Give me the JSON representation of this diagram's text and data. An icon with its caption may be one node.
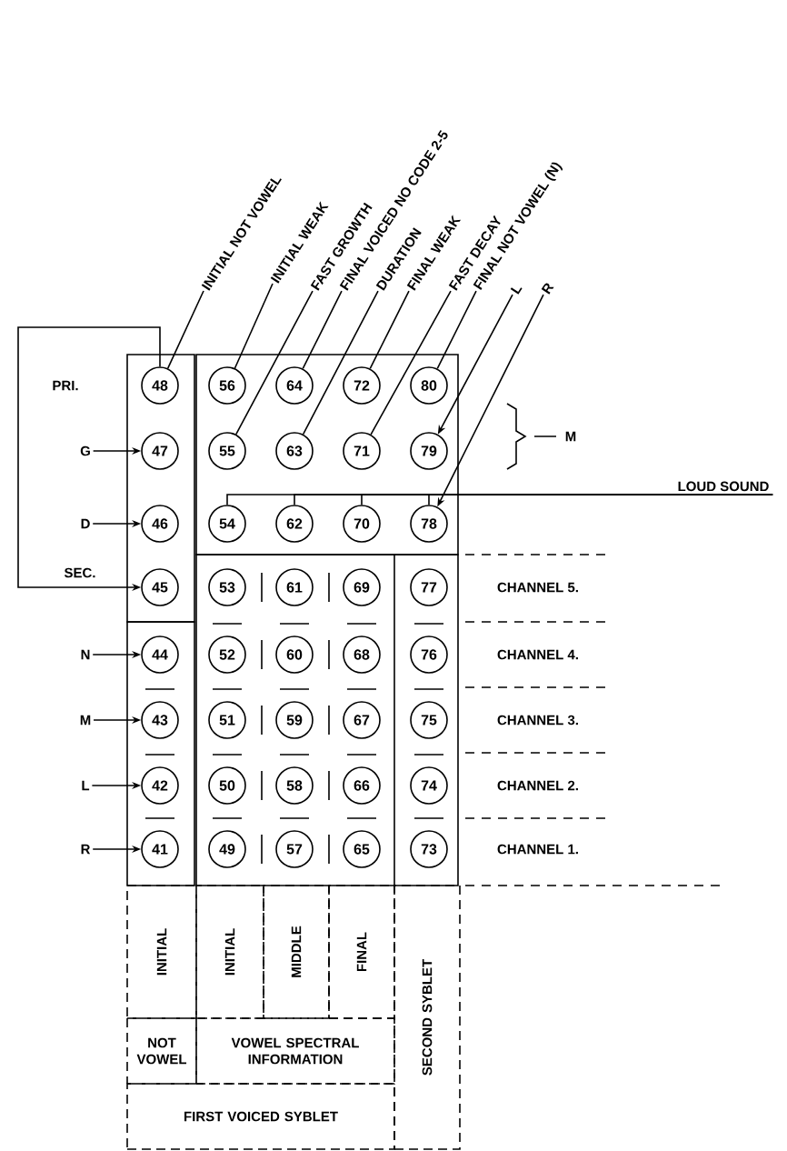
{
  "diagram": {
    "nodes": [
      {
        "text": [
          "INITIAL NOT VOWEL"
        ]
      },
      {
        "text": [
          "INITIAL WEAK"
        ]
      },
      {
        "text": [
          "FAST GROWTH"
        ]
      },
      {
        "text": [
          "FINAL VOICED NO CODE 2-5"
        ]
      },
      {
        "text": [
          "DURATION"
        ]
      },
      {
        "text": [
          "FINAL WEAK"
        ]
      },
      {
        "text": [
          "FAST DECAY"
        ]
      },
      {
        "text": [
          "FINAL NOT VOWEL (N)"
        ]
      },
      {
        "text": [
          "L"
        ]
      },
      {
        "text": [
          "R"
        ]
      },
      {
        "text": [
          "48"
        ]
      },
      {
        "text": [
          "56"
        ]
      },
      {
        "text": [
          "64"
        ]
      },
      {
        "text": [
          "72"
        ]
      },
      {
        "text": [
          "80"
        ]
      },
      {
        "text": [
          "G"
        ]
      },
      {
        "text": [
          "47"
        ]
      },
      {
        "text": [
          "55"
        ]
      },
      {
        "text": [
          "63"
        ]
      },
      {
        "text": [
          "71"
        ]
      },
      {
        "text": [
          "79"
        ]
      },
      {
        "text": [
          "D"
        ]
      },
      {
        "text": [
          "46"
        ]
      },
      {
        "text": [
          "54"
        ]
      },
      {
        "text": [
          "62"
        ]
      },
      {
        "text": [
          "70"
        ]
      },
      {
        "text": [
          "78"
        ]
      },
      {
        "text": [
          "LOUD SOUND"
        ]
      },
      {
        "text": [
          "45"
        ]
      },
      {
        "text": [
          "53"
        ]
      },
      {
        "text": [
          "61"
        ]
      },
      {
        "text": [
          "69"
        ]
      },
      {
        "text": [
          "77"
        ]
      },
      {
        "text": [
          "N"
        ]
      },
      {
        "text": [
          "44"
        ]
      },
      {
        "text": [
          "52"
        ]
      },
      {
        "text": [
          "60"
        ]
      },
      {
        "text": [
          "68"
        ]
      },
      {
        "text": [
          "76"
        ]
      },
      {
        "text": [
          "M"
        ]
      },
      {
        "text": [
          "43"
        ]
      },
      {
        "text": [
          "51"
        ]
      },
      {
        "text": [
          "59"
        ]
      },
      {
        "text": [
          "67"
        ]
      },
      {
        "text": [
          "75"
        ]
      },
      {
        "text": [
          "L"
        ]
      },
      {
        "text": [
          "42"
        ]
      },
      {
        "text": [
          "50"
        ]
      },
      {
        "text": [
          "58"
        ]
      },
      {
        "text": [
          "66"
        ]
      },
      {
        "text": [
          "74"
        ]
      },
      {
        "text": [
          "R"
        ]
      },
      {
        "text": [
          "41"
        ]
      },
      {
        "text": [
          "49"
        ]
      },
      {
        "text": [
          "57"
        ]
      },
      {
        "text": [
          "65"
        ]
      },
      {
        "text": [
          "73"
        ]
      },
      {
        "text": [
          "INITIAL"
        ]
      },
      {
        "text": [
          "INITIAL"
        ]
      },
      {
        "text": [
          "MIDDLE"
        ]
      },
      {
        "text": [
          "FINAL"
        ]
      },
      {
        "text": [
          "SECOND SYBLET"
        ]
      },
      {
        "text": [
          "NOT VOWEL"
        ]
      },
      {
        "text": [
          "VOWEL SPECTRAL INFORMATION"
        ]
      },
      {
        "text": [
          "FIRST VOICED SYBLET"
        ]
      }
    ],
    "edges": [
      {
        "from": 0,
        "to": 10,
        "arrow": "none"
      },
      {
        "from": 1,
        "to": 11,
        "arrow": "none"
      },
      {
        "from": 2,
        "to": 17,
        "arrow": "none"
      },
      {
        "from": 3,
        "to": 12,
        "arrow": "none"
      },
      {
        "from": 4,
        "to": 18,
        "arrow": "none"
      },
      {
        "from": 5,
        "to": 13,
        "arrow": "none"
      },
      {
        "from": 6,
        "to": 19,
        "arrow": "none"
      },
      {
        "from": 7,
        "to": 14,
        "arrow": "none"
      },
      {
        "from": 8,
        "to": 20,
        "arrow": "to"
      },
      {
        "from": 9,
        "to": 26,
        "arrow": "to"
      },
      {
        "from": 10,
        "to": 28,
        "arrow": "to"
      },
      {
        "from": 15,
        "to": 16,
        "arrow": "to"
      },
      {
        "from": 21,
        "to": 22,
        "arrow": "to"
      },
      {
        "from": 27,
        "to": 23,
        "arrow": "none"
      },
      {
        "from": 27,
        "to": 24,
        "arrow": "none"
      },
      {
        "from": 27,
        "to": 25,
        "arrow": "none"
      },
      {
        "from": 27,
        "to": 26,
        "arrow": "none"
      },
      {
        "from": 33,
        "to": 34,
        "arrow": "to"
      },
      {
        "from": 39,
        "to": 40,
        "arrow": "to"
      },
      {
        "from": 45,
        "to": 46,
        "arrow": "to"
      },
      {
        "from": 51,
        "to": 52,
        "arrow": "to"
      }
    ],
    "labels": [
      "PRI.",
      "M",
      "SEC.",
      "CHANNEL 5.",
      "CHANNEL 4.",
      "CHANNEL 3.",
      "CHANNEL 2.",
      "CHANNEL 1."
    ]
  }
}
